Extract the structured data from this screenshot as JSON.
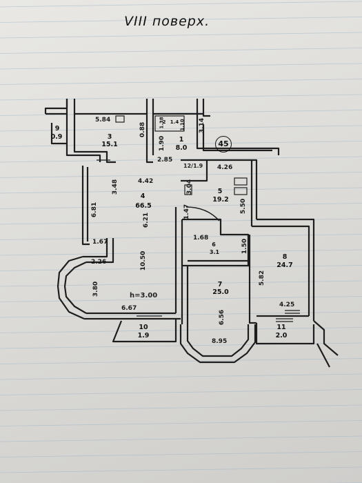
{
  "title": "VIII поверх.",
  "plan_number": "45",
  "height_label": "h=3.00",
  "rooms": [
    {
      "id": "1",
      "number": "1",
      "area": "8.0"
    },
    {
      "id": "2",
      "number": "2",
      "area": "1.4"
    },
    {
      "id": "3",
      "number": "3",
      "area": "15.1"
    },
    {
      "id": "4",
      "number": "4",
      "area": "66.5"
    },
    {
      "id": "5",
      "number": "5",
      "area": "19.2"
    },
    {
      "id": "6",
      "number": "6",
      "area": "3.1"
    },
    {
      "id": "7",
      "number": "7",
      "area": "25.0"
    },
    {
      "id": "8",
      "number": "8",
      "area": "24.7"
    },
    {
      "id": "9",
      "number": "9",
      "area": "0.9"
    },
    {
      "id": "10",
      "number": "10",
      "area": "1.9"
    },
    {
      "id": "11",
      "number": "11",
      "area": "2.0"
    },
    {
      "id": "12",
      "number": "12",
      "area": "1.9"
    }
  ],
  "dimensions": {
    "d_5_84": "5.84",
    "d_0_88": "0.88",
    "d_1_90": "1.90",
    "d_3_14": "3.14",
    "d_2_85": "2.85",
    "d_4_26": "4.26",
    "d_4_42": "4.42",
    "d_3_48": "3.48",
    "d_6_81": "6.81",
    "d_6_21": "6.21",
    "d_3_04": "3.04",
    "d_5_50": "5.50",
    "d_1_47": "1.47",
    "d_1_67": "1.67",
    "d_1_68": "1.68",
    "d_1_50": "1.50",
    "d_2_26": "2.26",
    "d_10_50": "10.50",
    "d_5_82": "5.82",
    "d_3_80": "3.80",
    "d_6_56": "6.56",
    "d_6_67": "6.67",
    "d_4_25": "4.25",
    "d_8_95": "8.95",
    "d_1_38": "1.38",
    "d_1_10": "1.10"
  },
  "colors": {
    "wall": "#1d1d1d",
    "ink": "#1a1a1a",
    "paper": "#e2e1dd",
    "rule": "#9fb4c8"
  }
}
